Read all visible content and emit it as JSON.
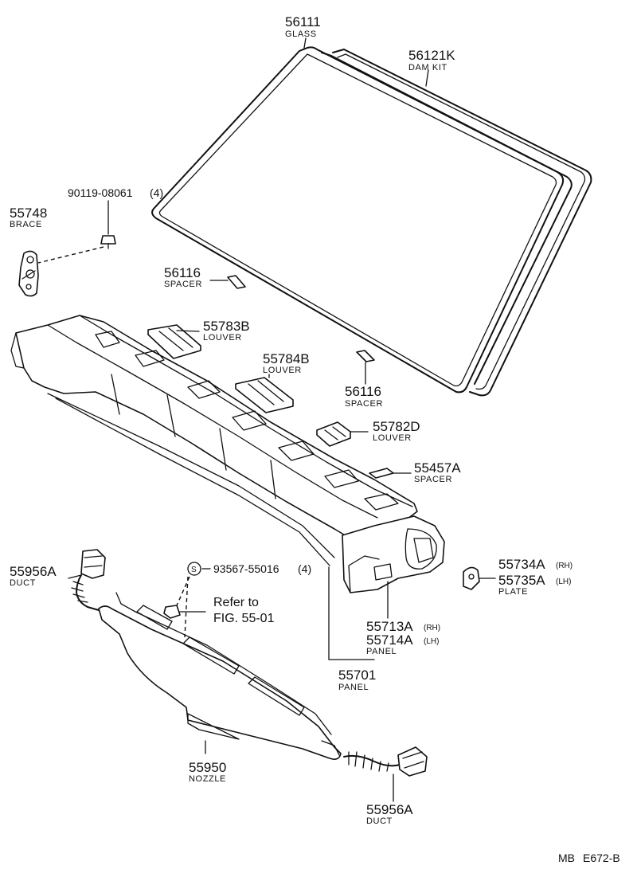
{
  "parts": {
    "glass": {
      "number": "56111",
      "name": "GLASS"
    },
    "dam_kit": {
      "number": "56121K",
      "name": "DAM KIT"
    },
    "bolt": {
      "number": "90119-08061",
      "qty": "(4)"
    },
    "brace": {
      "number": "55748",
      "name": "BRACE"
    },
    "spacer_upper": {
      "number": "56116",
      "name": "SPACER"
    },
    "louver_b783": {
      "number": "55783B",
      "name": "LOUVER"
    },
    "louver_b784": {
      "number": "55784B",
      "name": "LOUVER"
    },
    "spacer_lower": {
      "number": "56116",
      "name": "SPACER"
    },
    "louver_d782": {
      "number": "55782D",
      "name": "LOUVER"
    },
    "spacer_457": {
      "number": "55457A",
      "name": "SPACER"
    },
    "plate": {
      "number_rh": "55734A",
      "side_rh": "(RH)",
      "number_lh": "55735A",
      "side_lh": "(LH)",
      "name": "PLATE"
    },
    "screw": {
      "circle": "S",
      "number": "93567-55016",
      "qty": "(4)"
    },
    "reference": {
      "line1": "Refer to",
      "line2": "FIG. 55-01"
    },
    "duct_left": {
      "number": "55956A",
      "name": "DUCT"
    },
    "panel_side": {
      "number_rh": "55713A",
      "side_rh": "(RH)",
      "number_lh": "55714A",
      "side_lh": "(LH)",
      "name": "PANEL"
    },
    "panel_main": {
      "number": "55701",
      "name": "PANEL"
    },
    "nozzle": {
      "number": "55950",
      "name": "NOZZLE"
    },
    "duct_right": {
      "number": "55956A",
      "name": "DUCT"
    }
  },
  "code": {
    "prefix": "MB",
    "figure": "E672-B"
  }
}
